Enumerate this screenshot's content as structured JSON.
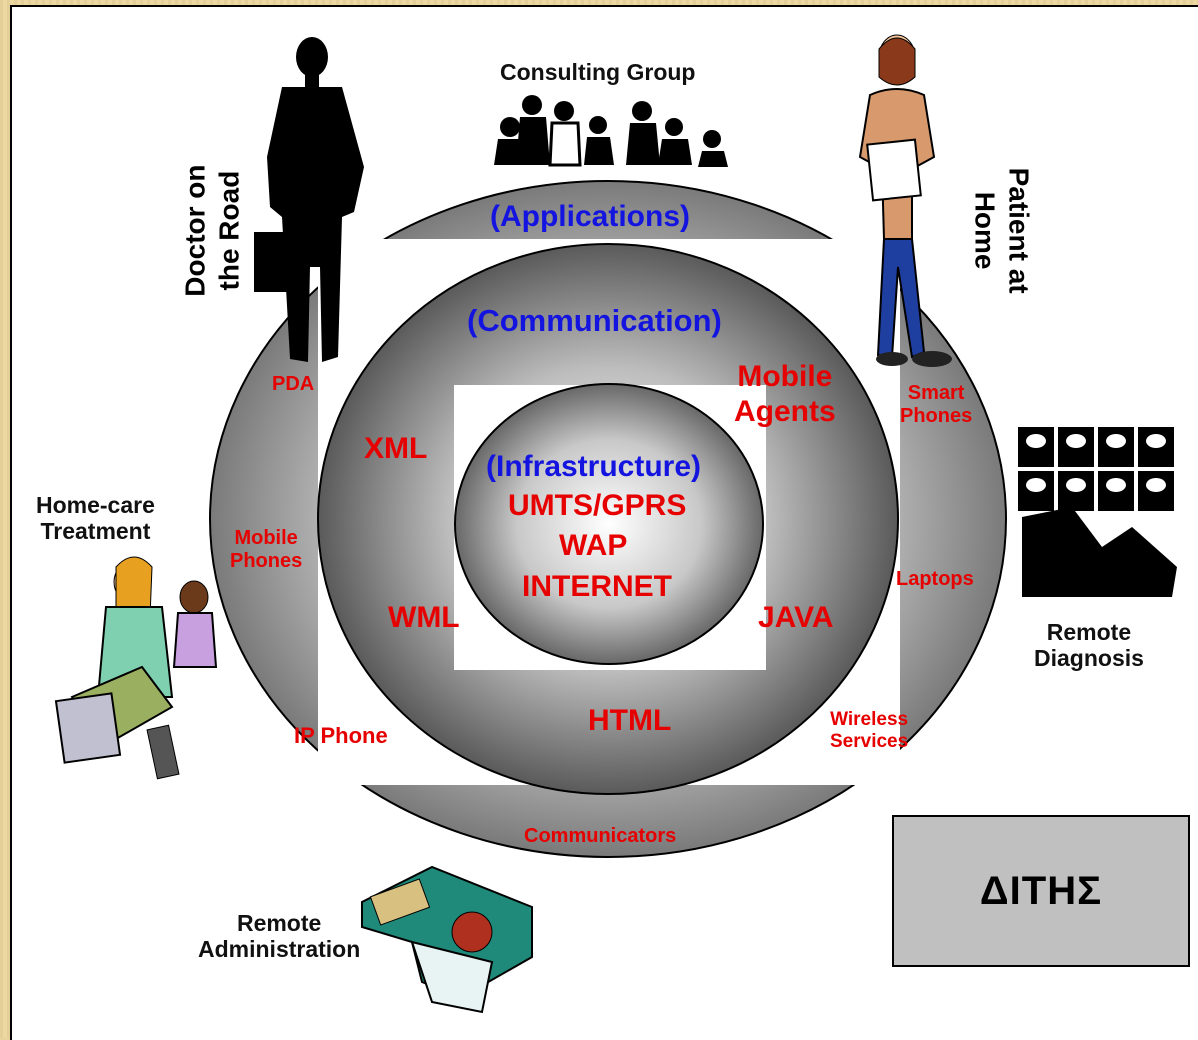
{
  "layers": {
    "applications": "(Applications)",
    "communication": "(Communication)",
    "infrastructure": "(Infrastructure)"
  },
  "infrastructure_items": [
    "UMTS/GPRS",
    "WAP",
    "INTERNET"
  ],
  "communication_items": {
    "xml": "XML",
    "wml": "WML",
    "html": "HTML",
    "java": "JAVA",
    "mobile_agents": "Mobile\nAgents"
  },
  "application_items": {
    "pda": "PDA",
    "mobile_phones": "Mobile\nPhones",
    "ip_phone": "IP Phone",
    "communicators": "Communicators",
    "wireless_services": "Wireless\nServices",
    "laptops": "Laptops",
    "smart_phones": "Smart\nPhones"
  },
  "actors": {
    "consulting_group": "Consulting Group",
    "doctor": "Doctor on\nthe Road",
    "patient": "Patient at\nHome",
    "home_care": "Home-care\nTreatment",
    "remote_diagnosis": "Remote\nDiagnosis",
    "remote_admin": "Remote\nAdministration"
  },
  "logo": "ΔΙΤΗΣ",
  "colors": {
    "layer_label": "#1414e0",
    "tech_label": "#e60000",
    "frame": "#ecd7a0",
    "logo_box": "#c0c0c0"
  }
}
